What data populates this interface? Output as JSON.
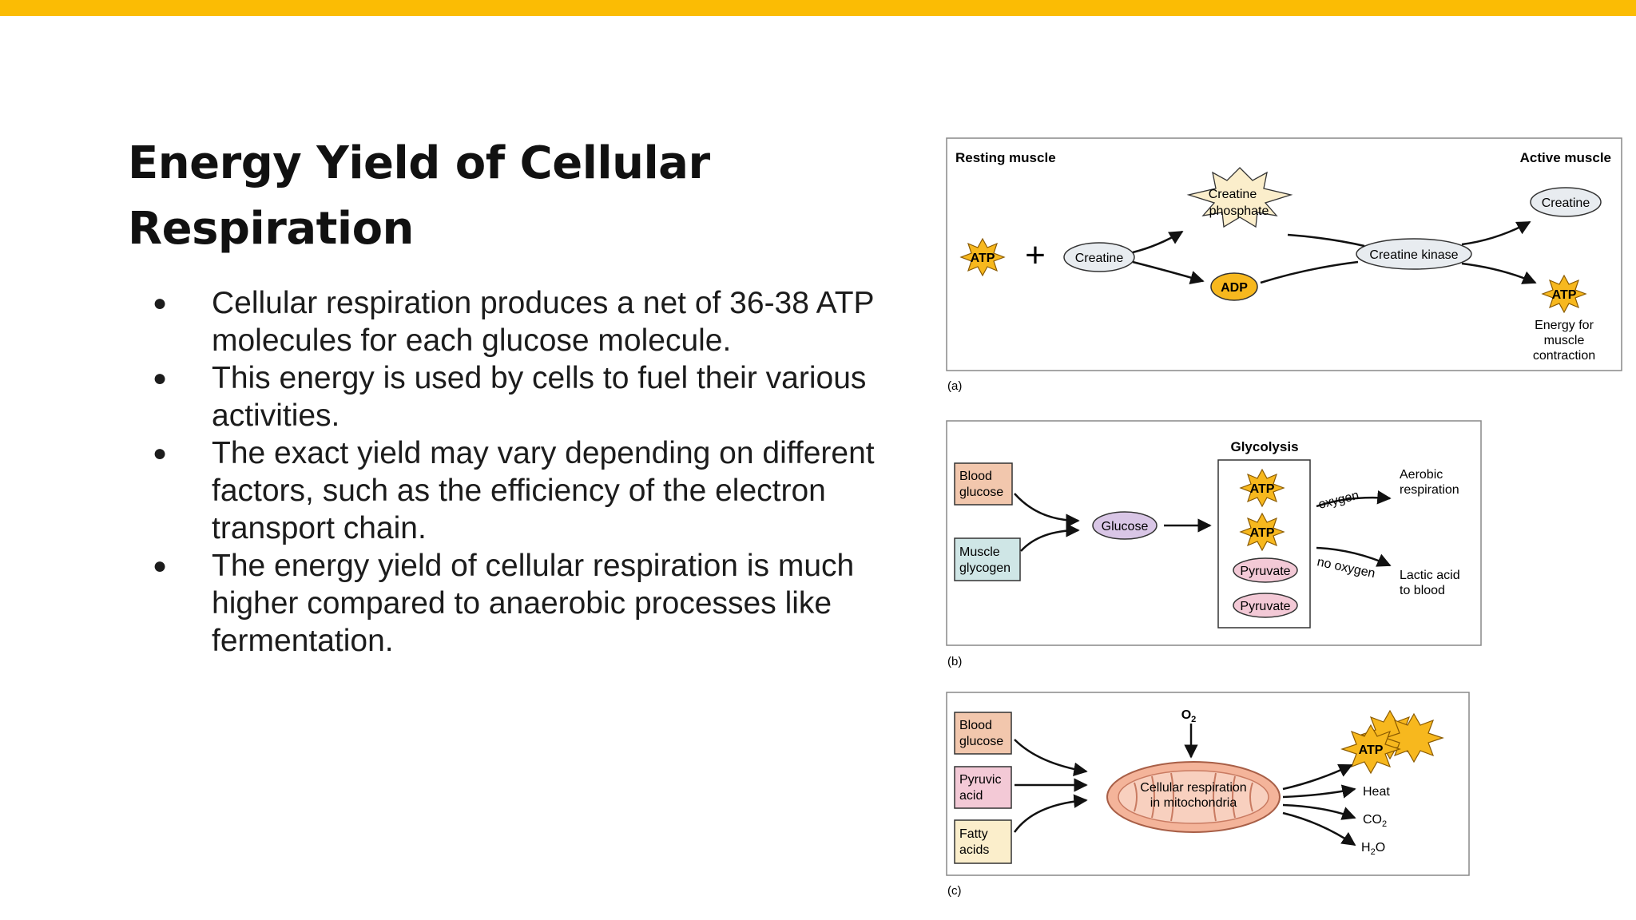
{
  "slide": {
    "title": "Energy Yield of Cellular Respiration",
    "bullets": [
      "Cellular respiration produces a net of 36-38 ATP molecules for each glucose molecule.",
      "This energy is used by cells to fuel their various activities.",
      "The exact yield may vary depending on different factors, such as the efficiency of the electron transport chain.",
      "The energy yield of cellular respiration is much higher compared to anaerobic processes like fermentation."
    ],
    "bullet_symbol": "●"
  },
  "panel_a": {
    "caption": "(a)",
    "resting_label": "Resting muscle",
    "active_label": "Active muscle",
    "atp": "ATP",
    "plus": "+",
    "creatine": "Creatine",
    "creatine_phosphate_1": "Creatine",
    "creatine_phosphate_2": "phosphate",
    "adp": "ADP",
    "creatine_kinase": "Creatine kinase",
    "creatine_out": "Creatine",
    "atp_out": "ATP",
    "energy_1": "Energy for",
    "energy_2": "muscle",
    "energy_3": "contraction"
  },
  "panel_b": {
    "caption": "(b)",
    "blood_glucose_1": "Blood",
    "blood_glucose_2": "glucose",
    "muscle_glycogen_1": "Muscle",
    "muscle_glycogen_2": "glycogen",
    "glucose": "Glucose",
    "glycolysis": "Glycolysis",
    "atp_1": "ATP",
    "atp_2": "ATP",
    "pyruvate_1": "Pyruvate",
    "pyruvate_2": "Pyruvate",
    "oxygen": "oxygen",
    "no_oxygen": "no oxygen",
    "aerobic_1": "Aerobic",
    "aerobic_2": "respiration",
    "lactic_1": "Lactic acid",
    "lactic_2": "to blood"
  },
  "panel_c": {
    "caption": "(c)",
    "o2": "O",
    "o2_sub": "2",
    "blood_glucose_1": "Blood",
    "blood_glucose_2": "glucose",
    "pyruvic_1": "Pyruvic",
    "pyruvic_2": "acid",
    "fatty_1": "Fatty",
    "fatty_2": "acids",
    "mito_1": "Cellular respiration",
    "mito_2": "in mitochondria",
    "atp": "ATP",
    "heat": "Heat",
    "co2": "CO",
    "co2_sub": "2",
    "h2o_h": "H",
    "h2o_sub": "2",
    "h2o_o": "O"
  },
  "colors": {
    "accent_bar": "#fbbc04",
    "atp_fill": "#f7b81e",
    "creatine_phosphate_fill": "#fbeecb",
    "blood_glucose_fill": "#f2c7ad",
    "muscle_glycogen_fill": "#cfe6e6",
    "glucose_fill": "#d9c6e6",
    "pyruvate_fill": "#f3c9d6",
    "pyruvic_fill": "#f3c9d6",
    "fatty_fill": "#fbeecb",
    "mitochondria_fill": "#f4b49a"
  }
}
